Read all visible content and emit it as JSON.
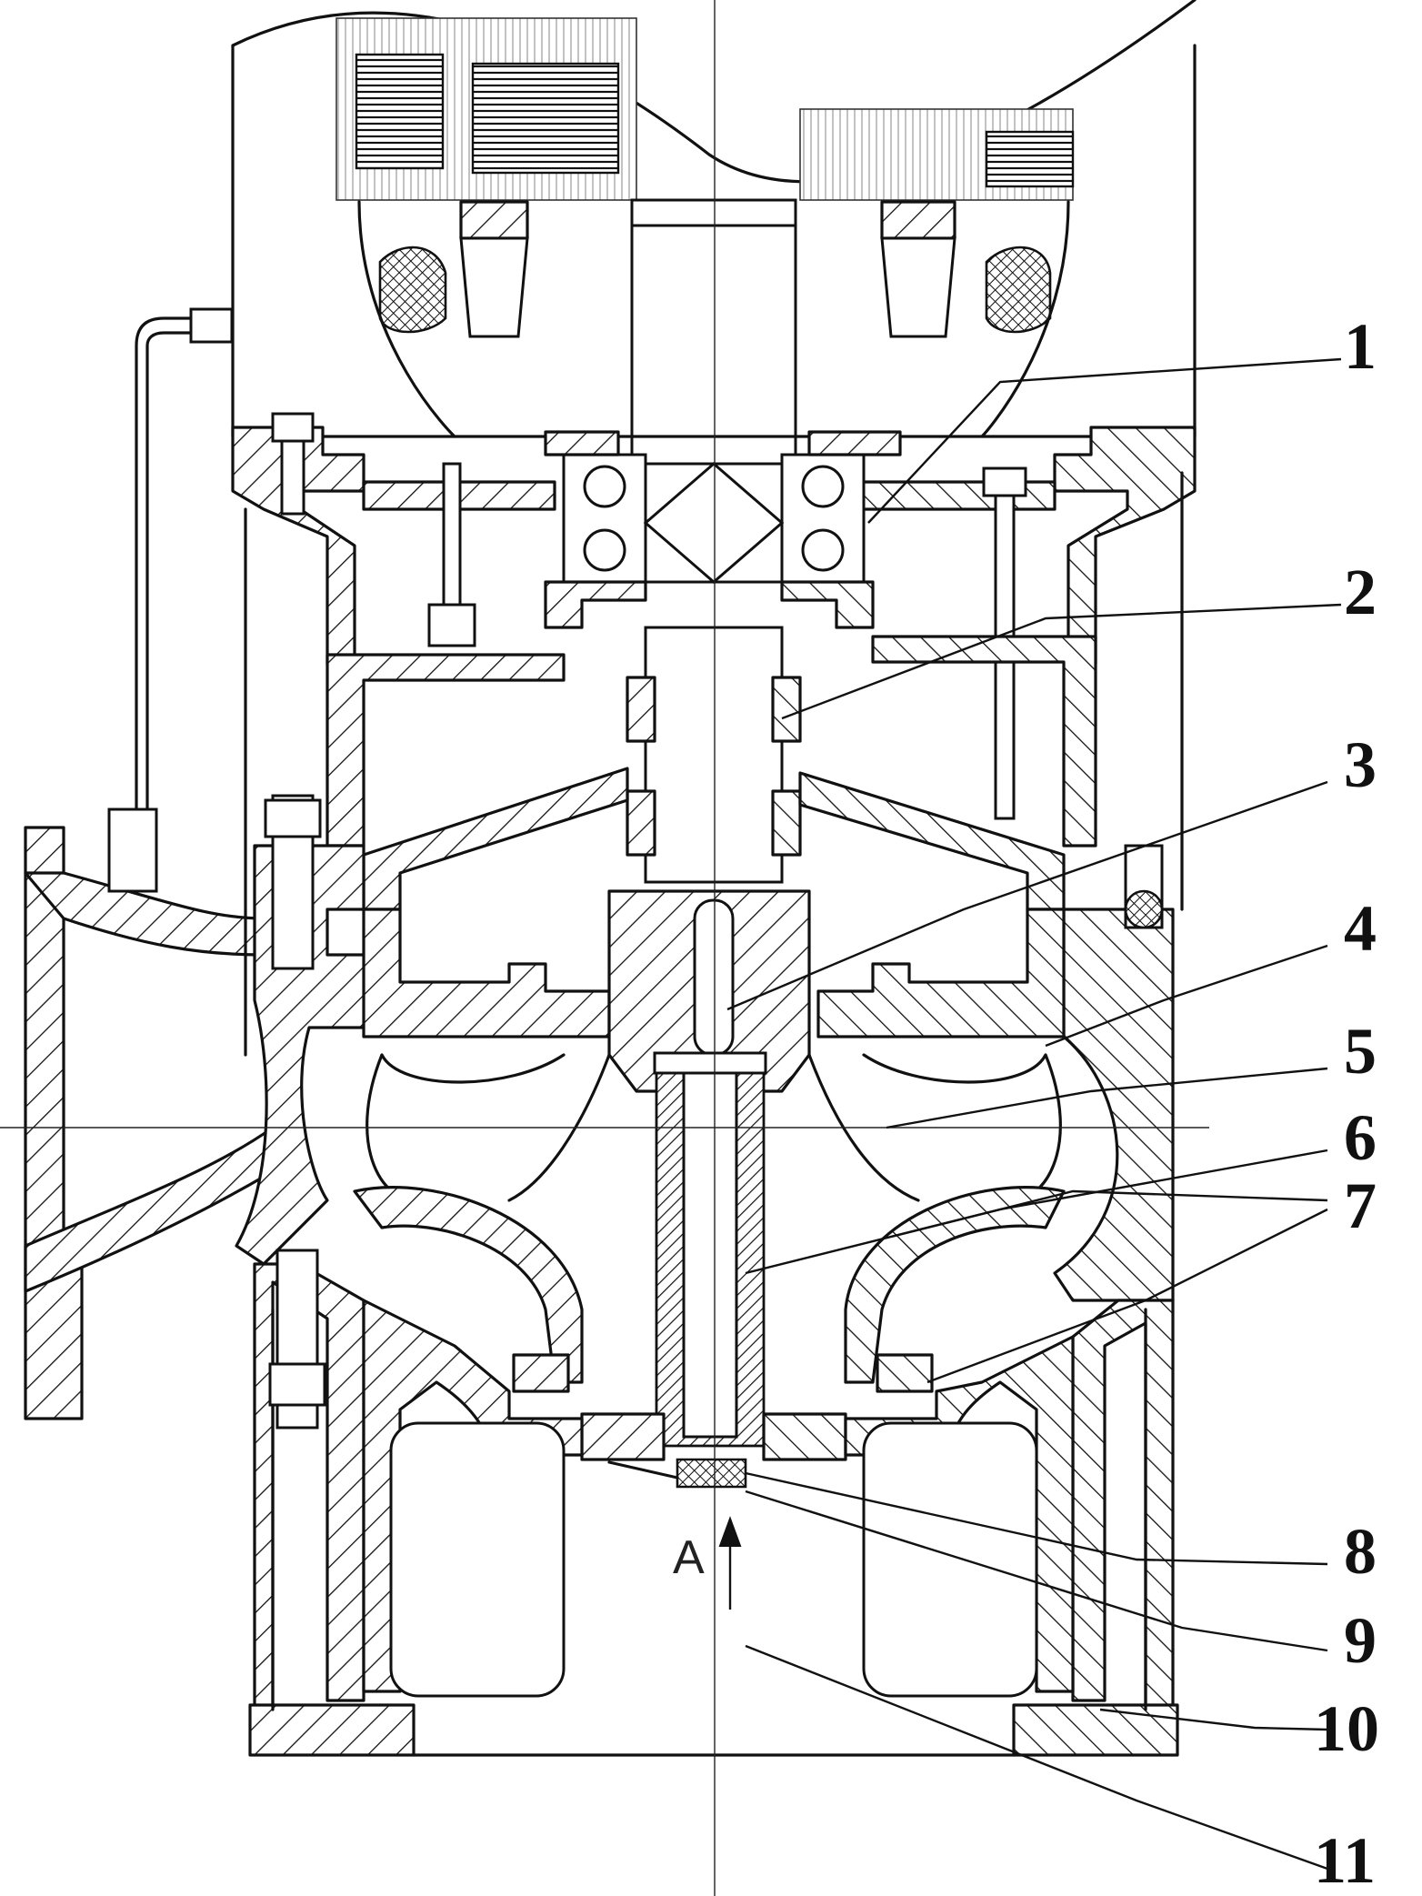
{
  "callouts": [
    {
      "id": "callout-1",
      "text": "1"
    },
    {
      "id": "callout-2",
      "text": "2"
    },
    {
      "id": "callout-3",
      "text": "3"
    },
    {
      "id": "callout-4",
      "text": "4"
    },
    {
      "id": "callout-5",
      "text": "5"
    },
    {
      "id": "callout-6",
      "text": "6"
    },
    {
      "id": "callout-7",
      "text": "7"
    },
    {
      "id": "callout-8",
      "text": "8"
    },
    {
      "id": "callout-9",
      "text": "9"
    },
    {
      "id": "callout-10",
      "text": "10"
    },
    {
      "id": "callout-11",
      "text": "11"
    }
  ],
  "view_marker": "A"
}
